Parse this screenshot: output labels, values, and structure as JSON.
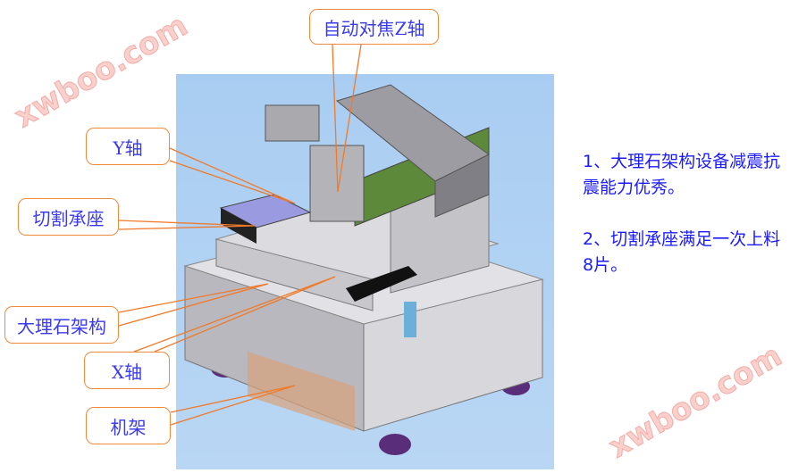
{
  "callouts": {
    "z_axis": "自动对焦Z轴",
    "y_axis": "Y轴",
    "cutting_base": "切割承座",
    "marble_frame": "大理石架构",
    "x_axis": "X轴",
    "machine_frame": "机架"
  },
  "notes": [
    "1、大理石架构设备减震抗震能力优秀。",
    "2、切割承座满足一次上料8片。"
  ],
  "watermark": "xwboo.com",
  "colors": {
    "callout_border": "#f08a3c",
    "callout_text": "#3a3aee",
    "note_text": "#1a1aff",
    "panel_bg": "#b0d2f3"
  }
}
